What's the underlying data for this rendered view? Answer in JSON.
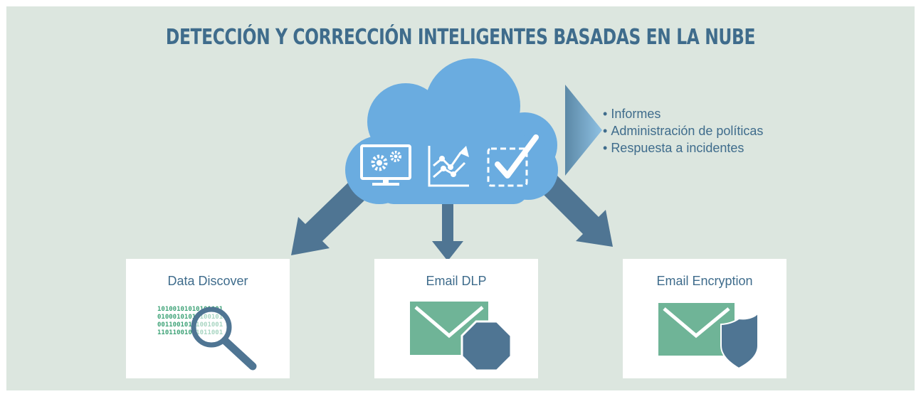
{
  "title": "DETECCIÓN Y CORRECCIÓN INTELIGENTES BASADAS EN LA NUBE",
  "features": [
    "Informes",
    "Administración de políticas",
    "Respuesta a incidentes"
  ],
  "cards": [
    {
      "title": "Data Discover",
      "icon": "magnifier-binary-icon",
      "binary_lines": [
        "10100101010101001",
        "01000101010100101",
        "00110010101001001",
        "11011001011011001"
      ]
    },
    {
      "title": "Email DLP",
      "icon": "envelope-stop-icon"
    },
    {
      "title": "Email Encryption",
      "icon": "envelope-shield-icon"
    }
  ],
  "colors": {
    "background": "#dce6df",
    "title": "#3f6c8c",
    "cloud": "#6aace0",
    "arrow": "#4f7593",
    "envelope": "#6fb497",
    "badge": "#4f7593",
    "binary": "#3fa378"
  }
}
